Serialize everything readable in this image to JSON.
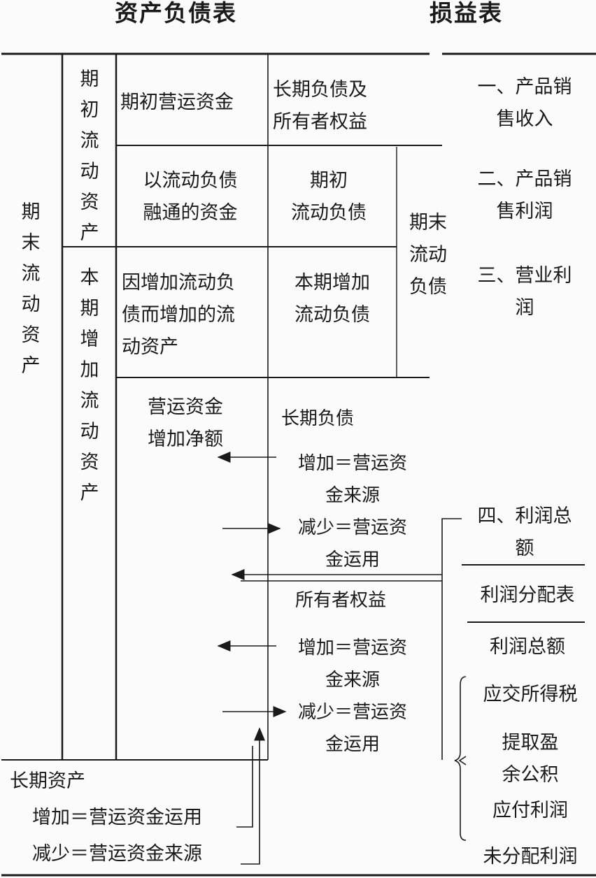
{
  "titles": {
    "balance_sheet": "资产负债表",
    "income_statement": "损益表"
  },
  "left": {
    "period_end_current_assets": "期末流动资产",
    "beginning_current_assets": "期初流动资产",
    "current_period_added_current_assets": "本期增加流动资产"
  },
  "middle": {
    "beginning_working_capital": "期初营运资金",
    "financed_by_current_liabilities": "以流动负债\n融通的资金",
    "added_assets_from_liabilities": "因增加流动负\n债而增加的流\n动资产",
    "net_increase_working_capital": "营运资金\n增加净额"
  },
  "right_bs": {
    "long_term_liab_and_equity": "长期负债及\n所有者权益",
    "beginning_current_liabilities": "期初\n流动负债",
    "period_added_current_liabilities": "本期增加\n流动负债",
    "period_end_current_liabilities": "期末\n流动\n负债",
    "long_term_liabilities": "长期负债",
    "ltl_increase": "增加＝营运资\n金来源",
    "ltl_decrease": "减少＝营运资\n金运用",
    "owners_equity": "所有者权益",
    "eq_increase": "增加＝营运资\n金来源",
    "eq_decrease": "减少＝营运资\n金运用"
  },
  "long_term_assets": {
    "title": "长期资产",
    "increase": "增加＝营运资金运用",
    "decrease": "减少＝营运资金来源"
  },
  "income": {
    "item1": "一、产品销\n售收入",
    "item2": "二、产品销\n售利润",
    "item3": "三、营业利\n润",
    "item4": "四、利润总\n额"
  },
  "distribution": {
    "title": "利润分配表",
    "total_profit": "利润总额",
    "income_tax_payable": "应交所得税",
    "surplus_reserve": "提取盈\n余公积",
    "profit_payable": "应付利润",
    "undistributed_profit": "未分配利润"
  }
}
